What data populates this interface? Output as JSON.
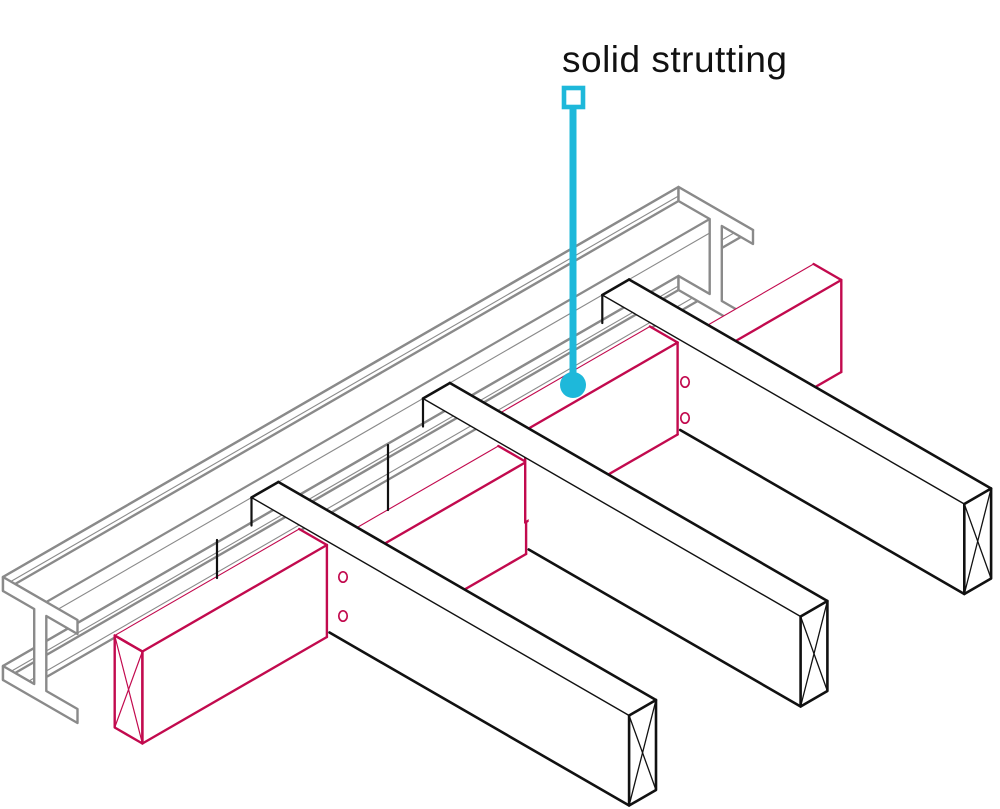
{
  "label": {
    "text": "solid strutting"
  },
  "colors": {
    "background": "#ffffff",
    "beam_gray": "#8a8a8a",
    "joist_black": "#111111",
    "strut_crimson": "#c20a4e",
    "callout_cyan": "#1eb8da",
    "label_text": "#111111"
  },
  "diagram": {
    "type": "isometric-construction-detail",
    "parts": [
      {
        "name": "steel-i-beam",
        "count": 1
      },
      {
        "name": "timber-joist",
        "count": 3
      },
      {
        "name": "solid-strut-block",
        "count": 4
      },
      {
        "name": "nail-hole-mark",
        "count": 4
      },
      {
        "name": "end-grain-x-mark",
        "count": 4
      }
    ],
    "callout": {
      "target_part": "solid-strut-block",
      "marker": "square-and-dot"
    }
  }
}
